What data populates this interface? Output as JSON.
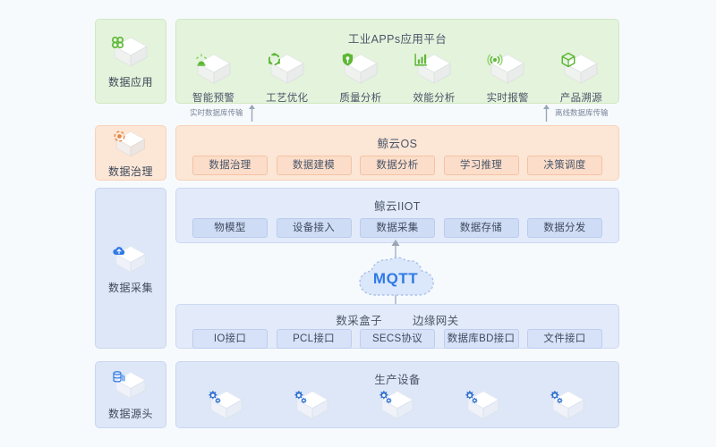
{
  "background_color": "#f7fafd",
  "layers": {
    "application": {
      "sidebar_label": "数据应用",
      "sidebar_icon": "clover-cube-icon",
      "title": "工业APPs应用平台",
      "apps": [
        {
          "label": "智能预警",
          "icon": "alarm-light-icon"
        },
        {
          "label": "工艺优化",
          "icon": "recycle-arrows-icon"
        },
        {
          "label": "质量分析",
          "icon": "shield-check-icon"
        },
        {
          "label": "效能分析",
          "icon": "bar-chart-icon"
        },
        {
          "label": "实时报警",
          "icon": "signal-broadcast-icon"
        },
        {
          "label": "产品溯源",
          "icon": "cube-box-icon"
        }
      ]
    },
    "transport": {
      "left_label": "实时数据库传输",
      "right_label": "离线数据库传输",
      "arrow_icon": "arrow-up-icon"
    },
    "governance": {
      "sidebar_label": "数据治理",
      "sidebar_icon": "gear-target-cube-icon",
      "title": "鲸云OS",
      "modules": [
        "数据治理",
        "数据建模",
        "数据分析",
        "学习推理",
        "决策调度"
      ]
    },
    "collection": {
      "sidebar_label": "数据采集",
      "sidebar_icon": "cloud-upload-cube-icon",
      "iiot": {
        "title": "鲸云IIOT",
        "modules": [
          "物模型",
          "设备接入",
          "数据采集",
          "数据存储",
          "数据分发"
        ]
      },
      "protocol_cloud": {
        "label": "MQTT",
        "icon": "cloud-icon",
        "color": "#2f7ae5"
      },
      "gateway": {
        "title_left": "数采盒子",
        "title_right": "边缘网关",
        "modules": [
          "IO接口",
          "PCL接口",
          "SECS协议",
          "数据库BD接口",
          "文件接口"
        ]
      }
    },
    "source": {
      "sidebar_label": "数据源头",
      "sidebar_icon": "database-cube-icon",
      "title": "生产设备",
      "devices": [
        {
          "icon": "gears-cube-icon"
        },
        {
          "icon": "gears-cube-icon"
        },
        {
          "icon": "gears-cube-icon"
        },
        {
          "icon": "gears-cube-icon"
        },
        {
          "icon": "gears-cube-icon"
        }
      ]
    }
  },
  "colors": {
    "green_panel": "#e4f3dc",
    "orange_panel": "#fce6d6",
    "blue_panel": "#dee7f7",
    "accent_green": "#5cb734",
    "accent_blue": "#2f7ae5",
    "accent_orange": "#e8833a"
  }
}
